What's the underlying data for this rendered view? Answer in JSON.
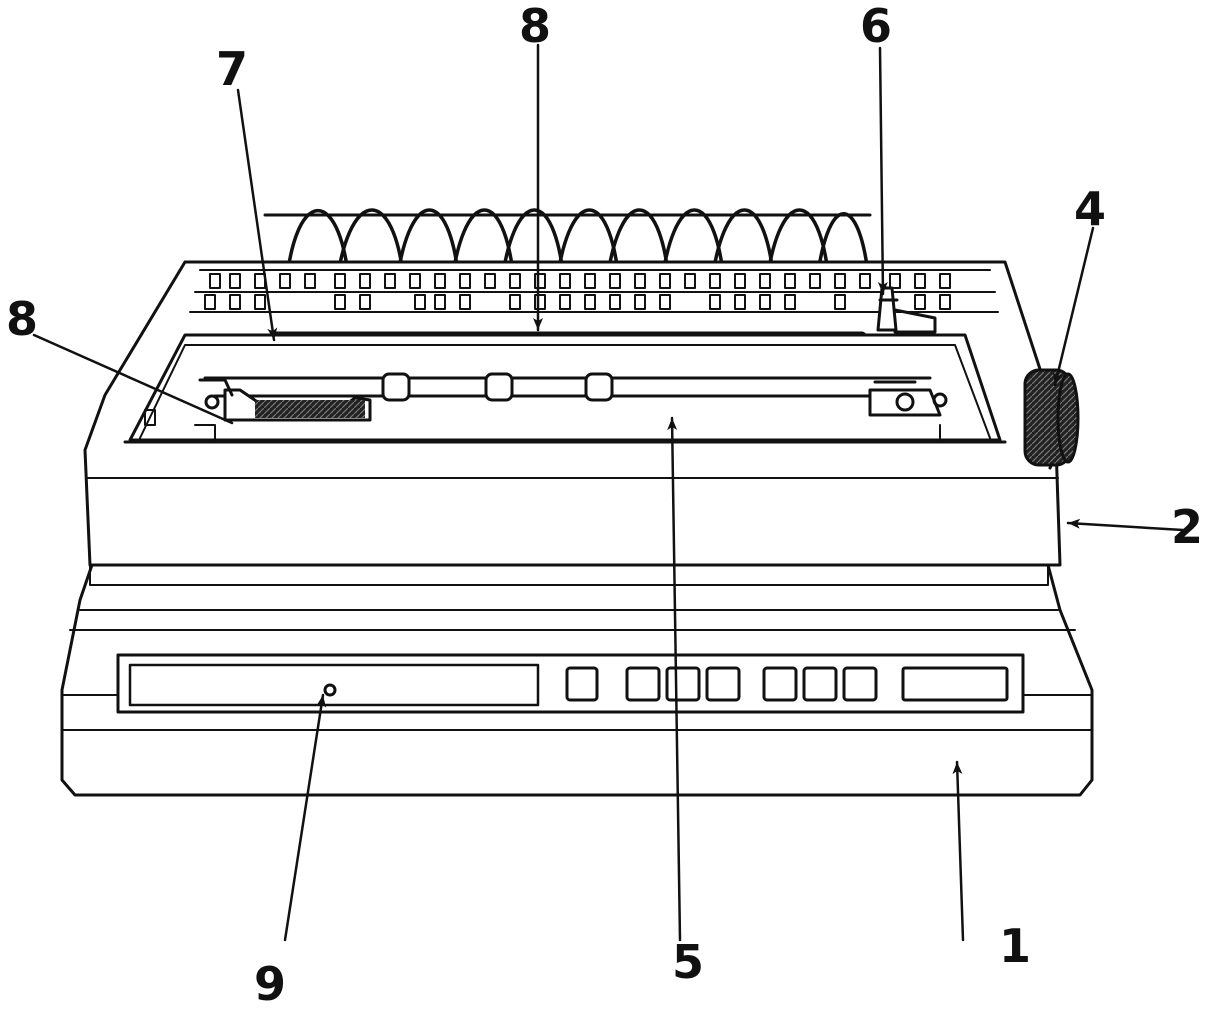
{
  "diagram": {
    "subject": "dot-matrix printer, front view with callouts",
    "callouts": [
      "1",
      "2",
      "4",
      "5",
      "6",
      "7",
      "8",
      "8",
      "9"
    ]
  },
  "colors": {
    "ink": "#111111",
    "paper": "#ffffff"
  }
}
